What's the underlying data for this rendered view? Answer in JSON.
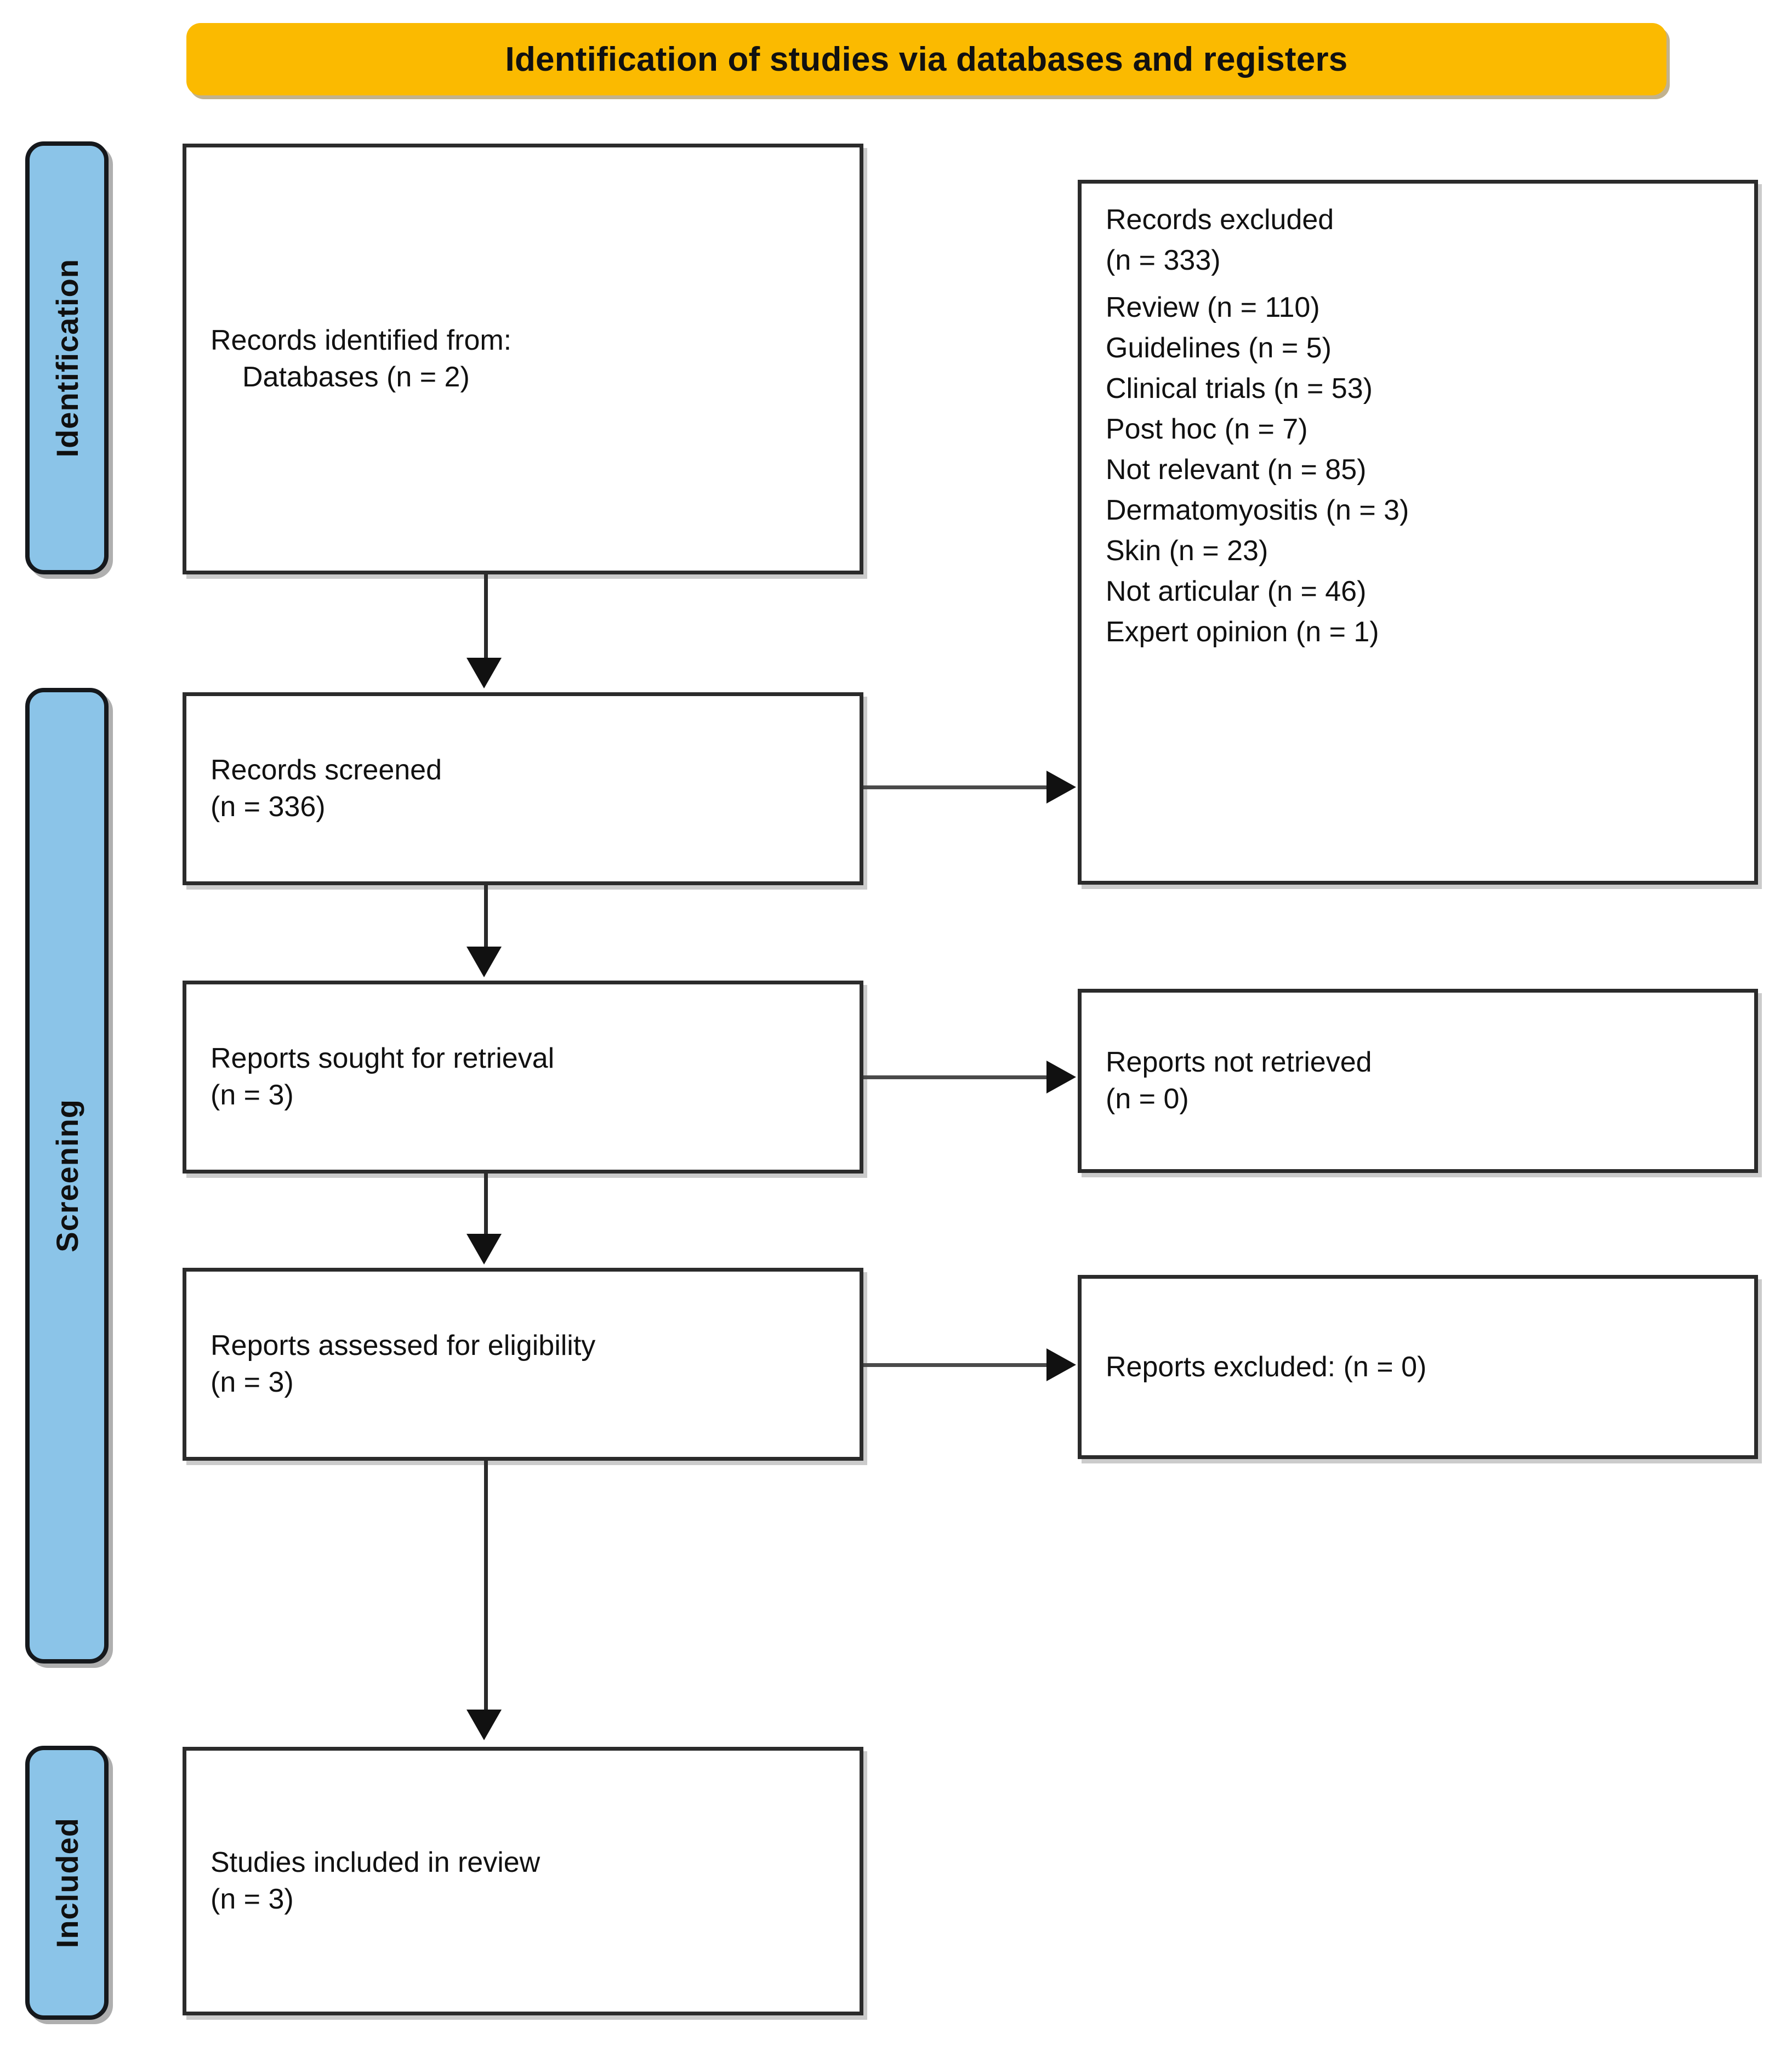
{
  "banner": {
    "title": "Identification of studies via databases and registers",
    "color": "#FBBA00"
  },
  "stages": {
    "identification": "Identification",
    "screening": "Screening",
    "included": "Included",
    "color": "#8BC4E8"
  },
  "boxes": {
    "identified": {
      "line1": "Records identified from:",
      "line2": "Databases (n = 2)"
    },
    "screened": {
      "line1": "Records screened",
      "line2": "(n = 336)"
    },
    "sought": {
      "line1": "Reports sought for retrieval",
      "line2": "(n = 3)"
    },
    "assessed": {
      "line1": "Reports assessed for eligibility",
      "line2": "(n = 3)"
    },
    "included": {
      "line1": "Studies included in review",
      "line2": "(n = 3)"
    },
    "not_retrieved": {
      "line1": "Reports not retrieved",
      "line2": "(n = 0)"
    },
    "reports_excluded": {
      "line1": "Reports excluded: (n = 0)"
    },
    "records_excluded": {
      "title": "Records excluded",
      "total": "(n = 333)",
      "reasons": [
        "Review (n = 110)",
        "Guidelines (n = 5)",
        "Clinical trials (n = 53)",
        "Post hoc (n = 7)",
        "Not relevant (n = 85)",
        "Dermatomyositis (n = 3)",
        "Skin (n = 23)",
        "Not articular (n = 46)",
        "Expert opinion (n = 1)"
      ]
    }
  },
  "chart_data": {
    "type": "flowchart",
    "title": "Identification of studies via databases and registers",
    "nodes": [
      {
        "id": "identified",
        "stage": "Identification",
        "label": "Records identified from: Databases",
        "n": 2
      },
      {
        "id": "screened",
        "stage": "Screening",
        "label": "Records screened",
        "n": 336
      },
      {
        "id": "records_excluded",
        "stage": "Screening",
        "label": "Records excluded",
        "n": 333
      },
      {
        "id": "sought",
        "stage": "Screening",
        "label": "Reports sought for retrieval",
        "n": 3
      },
      {
        "id": "not_retrieved",
        "stage": "Screening",
        "label": "Reports not retrieved",
        "n": 0
      },
      {
        "id": "assessed",
        "stage": "Screening",
        "label": "Reports assessed for eligibility",
        "n": 3
      },
      {
        "id": "reports_excluded",
        "stage": "Screening",
        "label": "Reports excluded",
        "n": 0
      },
      {
        "id": "included",
        "stage": "Included",
        "label": "Studies included in review",
        "n": 3
      }
    ],
    "exclusion_reasons": [
      {
        "reason": "Review",
        "n": 110
      },
      {
        "reason": "Guidelines",
        "n": 5
      },
      {
        "reason": "Clinical trials",
        "n": 53
      },
      {
        "reason": "Post hoc",
        "n": 7
      },
      {
        "reason": "Not relevant",
        "n": 85
      },
      {
        "reason": "Dermatomyositis",
        "n": 3
      },
      {
        "reason": "Skin",
        "n": 23
      },
      {
        "reason": "Not articular",
        "n": 46
      },
      {
        "reason": "Expert opinion",
        "n": 1
      }
    ],
    "edges": [
      {
        "from": "identified",
        "to": "screened"
      },
      {
        "from": "screened",
        "to": "records_excluded"
      },
      {
        "from": "screened",
        "to": "sought"
      },
      {
        "from": "sought",
        "to": "not_retrieved"
      },
      {
        "from": "sought",
        "to": "assessed"
      },
      {
        "from": "assessed",
        "to": "reports_excluded"
      },
      {
        "from": "assessed",
        "to": "included"
      }
    ]
  }
}
